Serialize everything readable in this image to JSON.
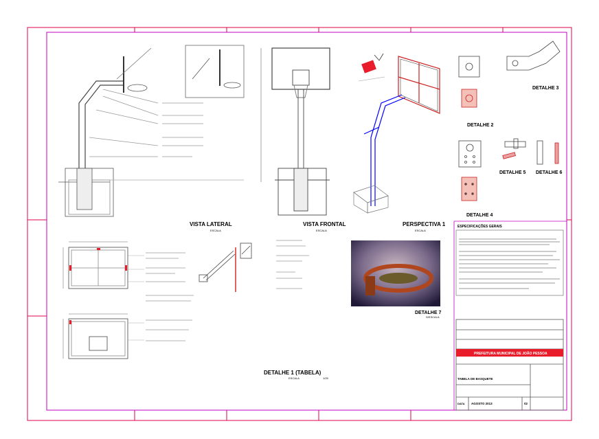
{
  "views": {
    "vista_lateral": "VISTA LATERAL",
    "vista_frontal": "VISTA FRONTAL",
    "perspectiva": "PERSPECTIVA 1",
    "detalhe1": "DETALHE 1 (TABELA)",
    "detalhe2": "DETALHE 2",
    "detalhe3": "DETALHE 3",
    "detalhe4": "DETALHE 4",
    "detalhe5": "DETALHE 5",
    "detalhe6": "DETALHE 6",
    "detalhe7": "DETALHE 7"
  },
  "scale_labels": {
    "s1": "ESCALA",
    "s2": "1/25",
    "s3": "S/ESCALA"
  },
  "notes": {
    "title": "ESPECIFICAÇÕES GERAIS"
  },
  "title_block": {
    "org": "PREFEITURA MUNICIPAL DE JOÃO PESSOA",
    "drawing": "TABELA DE BASQUETE",
    "date_label": "DATA",
    "date": "AGOSTO 2013",
    "sheet": "02"
  },
  "colors": {
    "border": "#e0004a",
    "magenta": "#c000c0",
    "structure": "#0000ff",
    "red_block": "#e81c2b"
  }
}
